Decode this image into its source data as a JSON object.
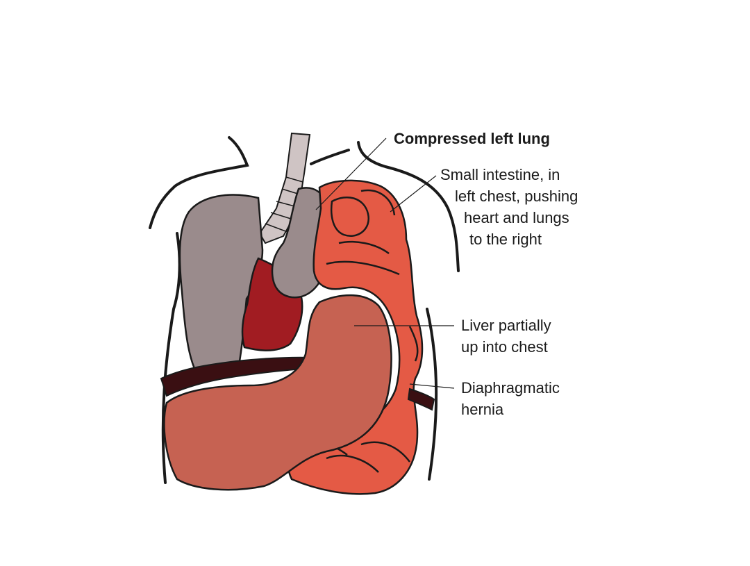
{
  "labels": {
    "lung": "Compressed left lung",
    "intestine": [
      "Small intestine, in",
      "left chest, pushing",
      "heart and lungs",
      "to the right"
    ],
    "liver": [
      "Liver partially",
      "up into chest"
    ],
    "hernia": [
      "Diaphragmatic",
      "hernia"
    ]
  },
  "colors": {
    "outline": "#1a1a1a",
    "lung": "#9a8b8c",
    "heart": "#a11c22",
    "intestine": "#e45a45",
    "liver": "#c66252",
    "diaphragm": "#3a0f12",
    "trachea": "#cfc4c4"
  }
}
